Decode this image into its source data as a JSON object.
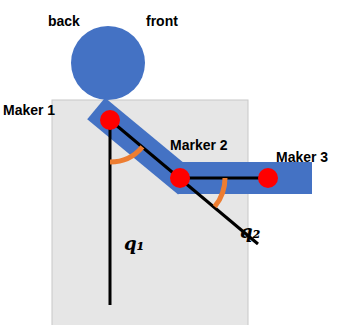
{
  "diagram": {
    "labels": [
      "back",
      "front",
      "Maker 1",
      "Marker 2",
      "Maker 3",
      "q₁",
      "q₂"
    ]
  }
}
